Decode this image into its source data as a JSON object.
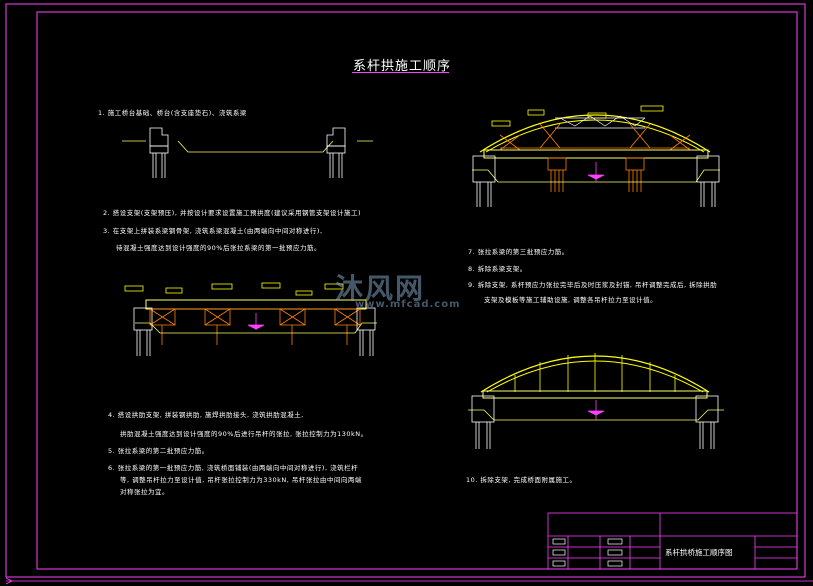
{
  "drawing": {
    "title": "系杆拱施工顺序",
    "sheet_title": "系杆拱桥施工顺序图"
  },
  "watermark": {
    "brand": "沐风网",
    "url": "www.mfcad.com"
  },
  "steps": {
    "s1": "1. 施工桥台基础、桥台(含支座垫石)、浇筑系梁",
    "s2": "2. 搭设支架(支架预压), 并按设计要求设置施工预拱度(建议采用钢管支架设计施工)",
    "s3a": "3. 在支架上拼装系梁钢骨架, 浇筑系梁混凝土(由两端向中间对称进行),",
    "s3b": "待混凝土强度达到设计强度的90%后张拉系梁的第一批预应力筋。",
    "s4a": "4. 搭设拱肋支架, 拼装钢拱肋, 施焊拱肋接头, 浇筑拱肋混凝土,",
    "s4b": "拱肋混凝土强度达到设计强度的90%后进行吊杆的张拉, 张拉控制力为130kN。",
    "s5": "5. 张拉系梁的第二批预应力筋。",
    "s6a": "6. 张拉系梁的第一批预应力筋, 浇筑桥面铺装(由两端向中间对称进行), 浇筑栏杆",
    "s6b": "等, 调整吊杆拉力至设计值, 吊杆张拉控制力为330kN, 吊杆张拉由中间向两端",
    "s6c": "对称张拉为宜。",
    "s7": "7. 张拉系梁的第三批预应力筋。",
    "s8": "8. 拆除系梁支架。",
    "s9a": "9. 拆除支架, 系杆预应力张拉完毕后及时压浆及封锚, 吊杆调整完成后, 拆除拱肋",
    "s9b": "支架及模板等施工辅助设施, 调整各吊杆拉力至设计值。",
    "s10": "10. 拆除支架, 完成桥面附属施工。"
  },
  "colors": {
    "background": "#000000",
    "border": "#ff40ff",
    "text": "#ffffff",
    "arch": "#ffff00",
    "structure": "#ffff66",
    "pier": "#ffffff",
    "support": "#ff8000",
    "label_fill": "#ffff00",
    "centerline": "#ff40ff"
  }
}
